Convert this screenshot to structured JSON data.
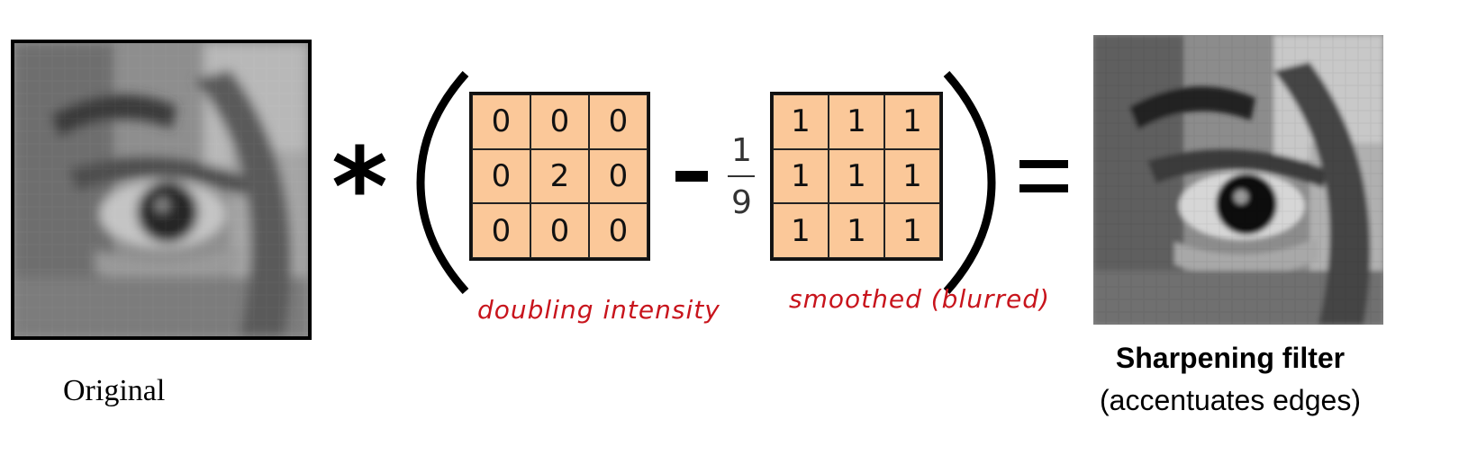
{
  "operators": {
    "convolve": "*",
    "minus": "-",
    "fraction_numerator": "1",
    "fraction_denominator": "9",
    "equals": "="
  },
  "kernel_identity": {
    "cells": [
      "0",
      "0",
      "0",
      "0",
      "2",
      "0",
      "0",
      "0",
      "0"
    ],
    "fill_color": "#fbc899"
  },
  "kernel_box": {
    "cells": [
      "1",
      "1",
      "1",
      "1",
      "1",
      "1",
      "1",
      "1",
      "1"
    ],
    "fill_color": "#fbc899"
  },
  "annotations": {
    "identity_note": "doubling intensity",
    "box_note": "smoothed (blurred)",
    "ink_color": "#c8141c"
  },
  "captions": {
    "original": "Original",
    "result_title": "Sharpening filter",
    "result_subtitle": "(accentuates edges)"
  }
}
